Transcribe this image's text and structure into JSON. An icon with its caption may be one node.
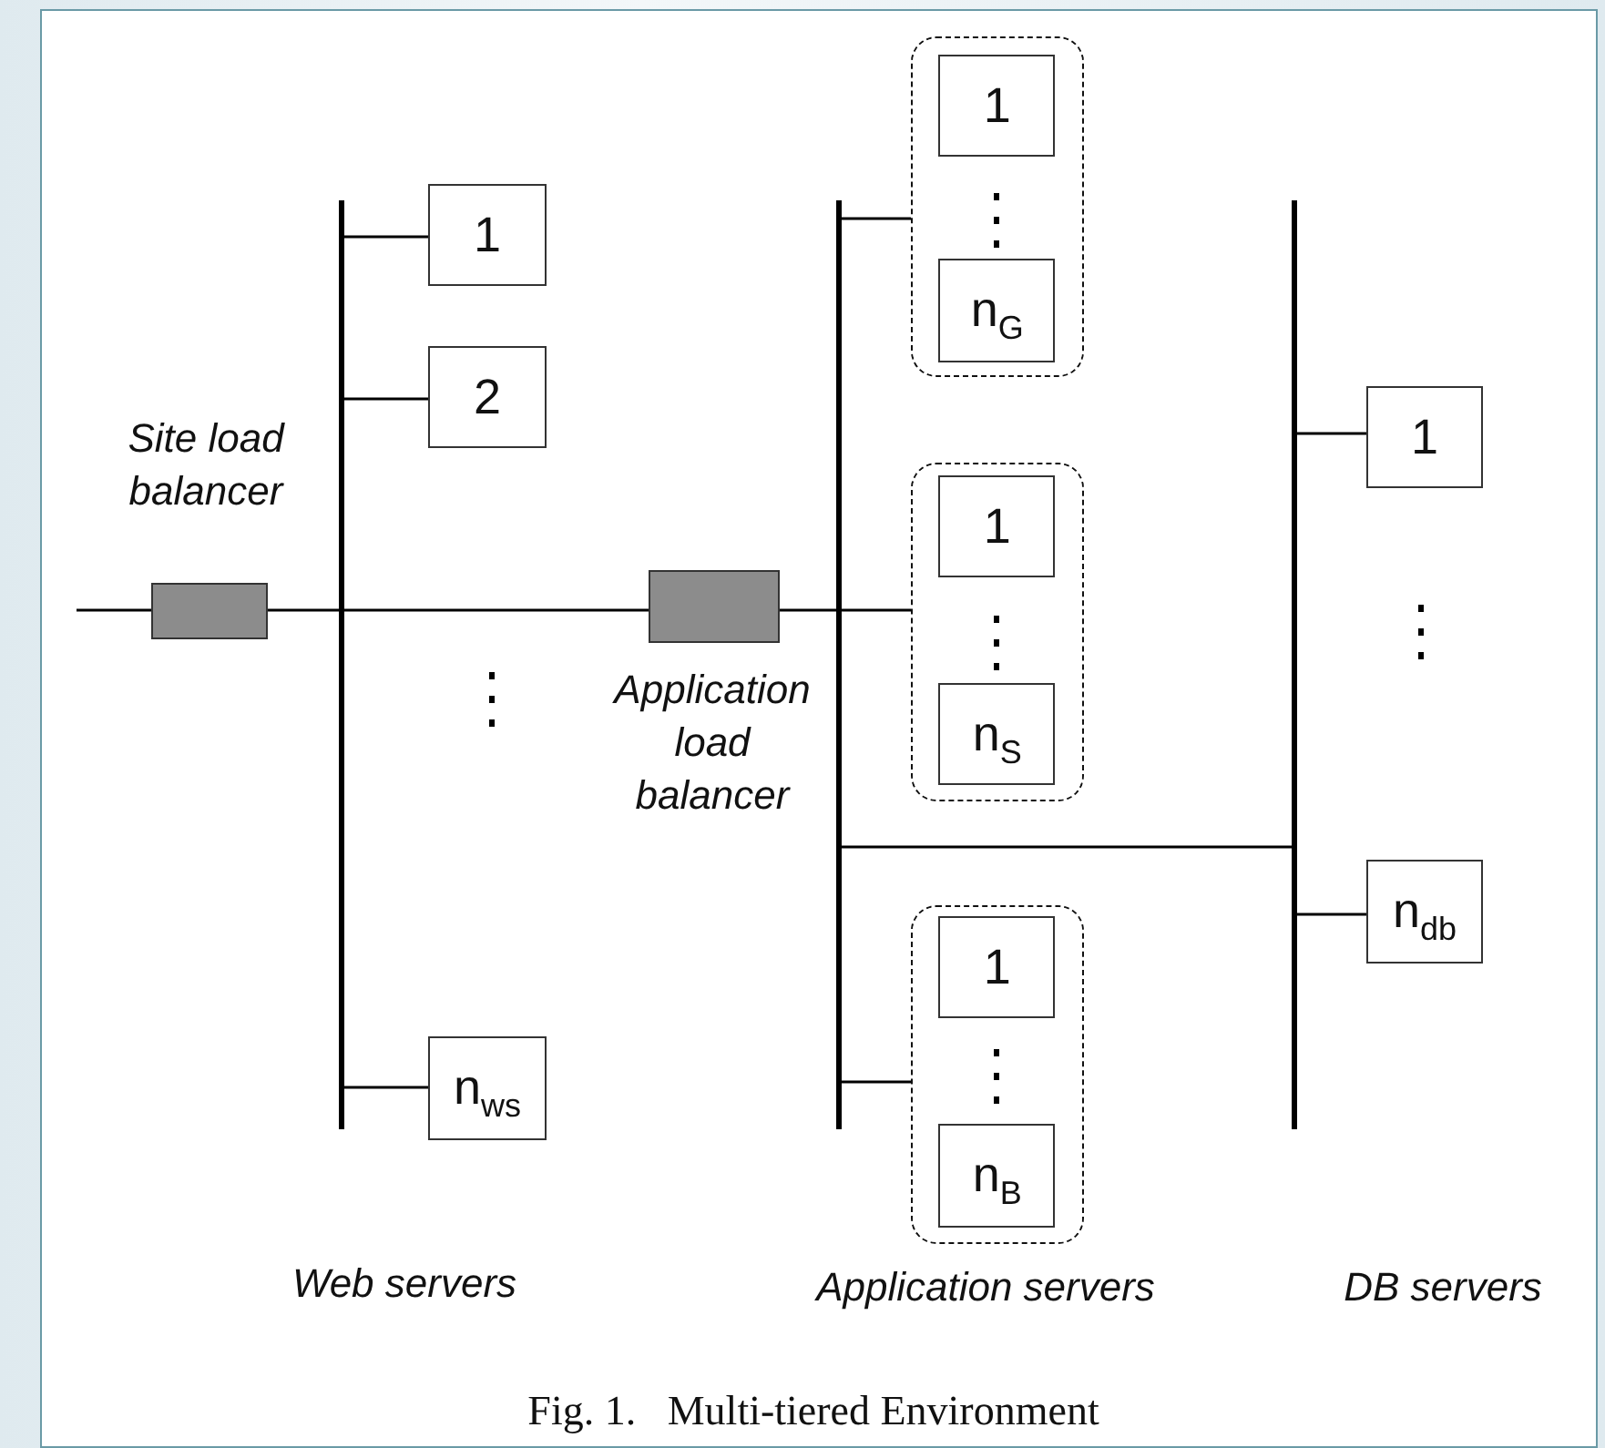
{
  "diagram": {
    "caption": "Fig. 1.   Multi-tiered Environment",
    "nodes": [
      {
        "text": [],
        "shape": "box",
        "beside": [
          "Site load balancer"
        ]
      },
      {
        "text": [],
        "shape": "bar"
      },
      {
        "text": [
          "1"
        ]
      },
      {
        "text": [
          "2"
        ]
      },
      {
        "text": [
          "n$_{ws}$"
        ]
      },
      {
        "text": [],
        "shape": "box"
      },
      {
        "text": [],
        "shape": "bar"
      },
      {
        "text": [],
        "shape": "box"
      },
      {
        "text": [
          "1"
        ],
        "in": 7
      },
      {
        "text": [
          "n$_{G}$"
        ],
        "in": 7
      },
      {
        "text": [],
        "shape": "box"
      },
      {
        "text": [
          "1"
        ],
        "in": 10
      },
      {
        "text": [
          "n$_{S}$"
        ],
        "in": 10
      },
      {
        "text": [],
        "shape": "box"
      },
      {
        "text": [
          "1"
        ],
        "in": 13
      },
      {
        "text": [
          "n$_{B}$"
        ],
        "in": 13
      },
      {
        "text": [],
        "shape": "bar"
      },
      {
        "text": [
          "1"
        ]
      },
      {
        "text": [
          "n$_{db}$"
        ]
      }
    ],
    "edges": [
      {
        "from": null,
        "to": 0,
        "arrow": "none"
      },
      {
        "from": 0,
        "to": 1,
        "arrow": "none"
      },
      {
        "from": 1,
        "to": 2,
        "arrow": "none"
      },
      {
        "from": 1,
        "to": 3,
        "arrow": "none"
      },
      {
        "from": 1,
        "to": 4,
        "arrow": "none"
      },
      {
        "from": 1,
        "to": 5,
        "arrow": "none"
      },
      {
        "from": 5,
        "to": 6,
        "arrow": "none"
      },
      {
        "from": 6,
        "to": 7,
        "arrow": "none"
      },
      {
        "from": 6,
        "to": 10,
        "arrow": "none"
      },
      {
        "from": 6,
        "to": 13,
        "arrow": "none"
      },
      {
        "from": 6,
        "to": 16,
        "arrow": "none"
      },
      {
        "from": 16,
        "to": 17,
        "arrow": "none"
      },
      {
        "from": 16,
        "to": 18,
        "arrow": "none"
      }
    ],
    "labels": [
      "Application load balancer",
      "Web servers",
      "Application servers",
      "DB servers"
    ]
  }
}
